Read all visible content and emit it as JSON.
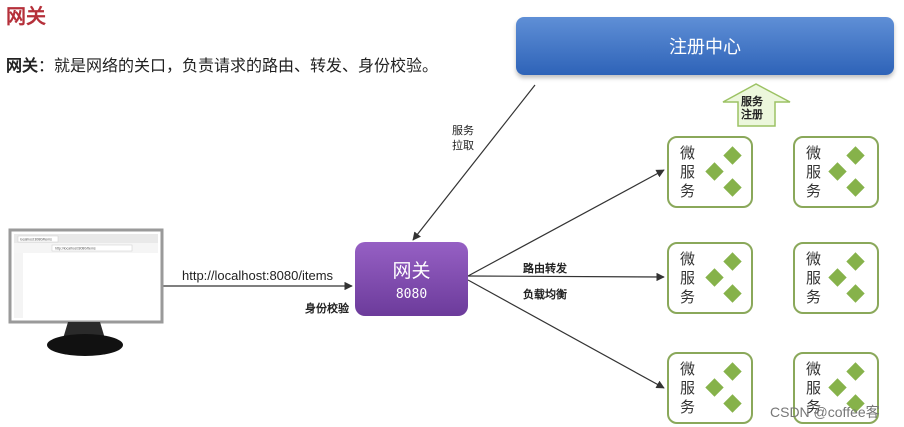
{
  "header": {
    "title": "网关",
    "desc_term": "网关",
    "desc_text": "：就是网络的关口，负责请求的路由、转发、身份校验。"
  },
  "registry": {
    "label": "注册中心"
  },
  "register_arrow": {
    "label_line1": "服务",
    "label_line2": "注册"
  },
  "pull_label": {
    "line1": "服务",
    "line2": "拉取"
  },
  "client": {
    "url": "http://localhost:8080/items"
  },
  "auth_label": "身份校验",
  "gateway": {
    "name": "网关",
    "port": "8080"
  },
  "route_labels": {
    "route": "路由转发",
    "lb": "负载均衡"
  },
  "service": {
    "c1": "微",
    "c2": "服",
    "c3": "务"
  },
  "browser": {
    "tab": "localhost:8080/items",
    "address": "http://localhost:8080/items"
  },
  "watermark": "CSDN @coffee客",
  "colors": {
    "registry": "#2e63b8",
    "gateway": "#6c3b9b",
    "service_border": "#8aa85a",
    "title": "#b5303a"
  }
}
